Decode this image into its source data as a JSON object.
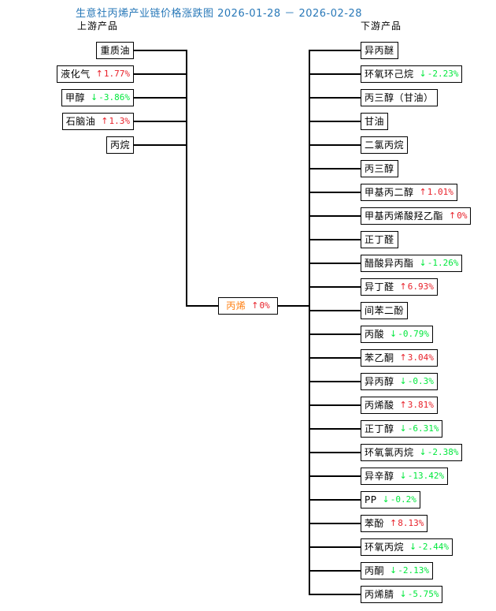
{
  "header": {
    "title": "生意社丙烯产业链价格涨跌图  2026-01-28 － 2026-02-28",
    "left_column_label": "上游产品",
    "right_column_label": "下游产品"
  },
  "colors": {
    "title": "#2878b8",
    "up": "#e8212a",
    "down": "#00e83c",
    "center_node_text": "#ff7f11",
    "node_text": "#000000",
    "line": "#000000",
    "background": "#ffffff"
  },
  "center": {
    "name": "丙烯",
    "arrow": "↑",
    "pct": "0%",
    "direction": "up"
  },
  "upstream": [
    {
      "name": "重质油",
      "arrow": "",
      "pct": "",
      "direction": "none"
    },
    {
      "name": "液化气",
      "arrow": "↑",
      "pct": "1.77%",
      "direction": "up"
    },
    {
      "name": "甲醇",
      "arrow": "↓",
      "pct": "-3.86%",
      "direction": "down"
    },
    {
      "name": "石脑油",
      "arrow": "↑",
      "pct": "1.3%",
      "direction": "up"
    },
    {
      "name": "丙烷",
      "arrow": "",
      "pct": "",
      "direction": "none"
    }
  ],
  "downstream": [
    {
      "name": "异丙醚",
      "arrow": "",
      "pct": "",
      "direction": "none"
    },
    {
      "name": "环氧环己烷",
      "arrow": "↓",
      "pct": "-2.23%",
      "direction": "down"
    },
    {
      "name": "丙三醇（甘油）",
      "arrow": "",
      "pct": "",
      "direction": "none"
    },
    {
      "name": "甘油",
      "arrow": "",
      "pct": "",
      "direction": "none"
    },
    {
      "name": "二氯丙烷",
      "arrow": "",
      "pct": "",
      "direction": "none"
    },
    {
      "name": "丙三醇",
      "arrow": "",
      "pct": "",
      "direction": "none"
    },
    {
      "name": "甲基丙二醇",
      "arrow": "↑",
      "pct": "1.01%",
      "direction": "up"
    },
    {
      "name": "甲基丙烯酸羟乙酯",
      "arrow": "↑",
      "pct": "0%",
      "direction": "up"
    },
    {
      "name": "正丁醛",
      "arrow": "",
      "pct": "",
      "direction": "none"
    },
    {
      "name": "醋酸异丙酯",
      "arrow": "↓",
      "pct": "-1.26%",
      "direction": "down"
    },
    {
      "name": "异丁醛",
      "arrow": "↑",
      "pct": "6.93%",
      "direction": "up"
    },
    {
      "name": "间苯二酚",
      "arrow": "",
      "pct": "",
      "direction": "none"
    },
    {
      "name": "丙酸",
      "arrow": "↓",
      "pct": "-0.79%",
      "direction": "down"
    },
    {
      "name": "苯乙酮",
      "arrow": "↑",
      "pct": "3.04%",
      "direction": "up"
    },
    {
      "name": "异丙醇",
      "arrow": "↓",
      "pct": "-0.3%",
      "direction": "down"
    },
    {
      "name": "丙烯酸",
      "arrow": "↑",
      "pct": "3.81%",
      "direction": "up"
    },
    {
      "name": "正丁醇",
      "arrow": "↓",
      "pct": "-6.31%",
      "direction": "down"
    },
    {
      "name": "环氧氯丙烷",
      "arrow": "↓",
      "pct": "-2.38%",
      "direction": "down"
    },
    {
      "name": "异辛醇",
      "arrow": "↓",
      "pct": "-13.42%",
      "direction": "down"
    },
    {
      "name": "PP",
      "arrow": "↓",
      "pct": "-0.2%",
      "direction": "down"
    },
    {
      "name": "苯酚",
      "arrow": "↑",
      "pct": "8.13%",
      "direction": "up"
    },
    {
      "name": "环氧丙烷",
      "arrow": "↓",
      "pct": "-2.44%",
      "direction": "down"
    },
    {
      "name": "丙酮",
      "arrow": "↓",
      "pct": "-2.13%",
      "direction": "down"
    },
    {
      "name": "丙烯腈",
      "arrow": "↓",
      "pct": "-5.75%",
      "direction": "down"
    }
  ]
}
